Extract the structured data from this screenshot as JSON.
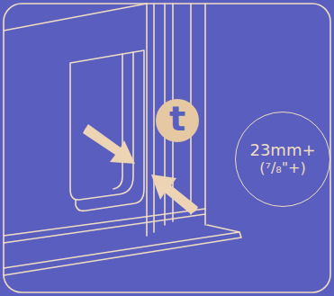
{
  "diagram": {
    "nodes": [
      {
        "text": [
          "t"
        ]
      },
      {
        "text": [
          "23mm+",
          "(⁷/₈\"+)"
        ]
      }
    ]
  }
}
